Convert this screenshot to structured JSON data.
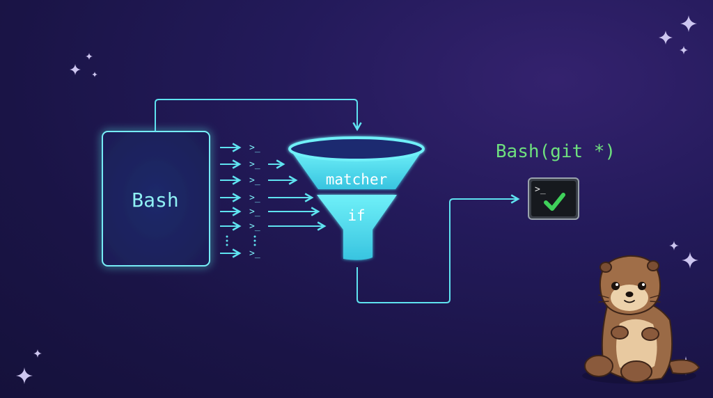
{
  "source_box": {
    "label": "Bash"
  },
  "funnel": {
    "top_label": "matcher",
    "bottom_label": "if"
  },
  "result": {
    "label": "Bash(git *)"
  },
  "terminal_icon": {
    "prompt": ">_",
    "icon": "checkmark-icon"
  },
  "command_prompt": ">_",
  "colors": {
    "accent": "#5fe3f0",
    "funnel": "#4fd2e8",
    "result_text": "#6ee07e",
    "check": "#3fd15a",
    "background": "#1c1550",
    "sparkle": "#cdc6f0"
  }
}
